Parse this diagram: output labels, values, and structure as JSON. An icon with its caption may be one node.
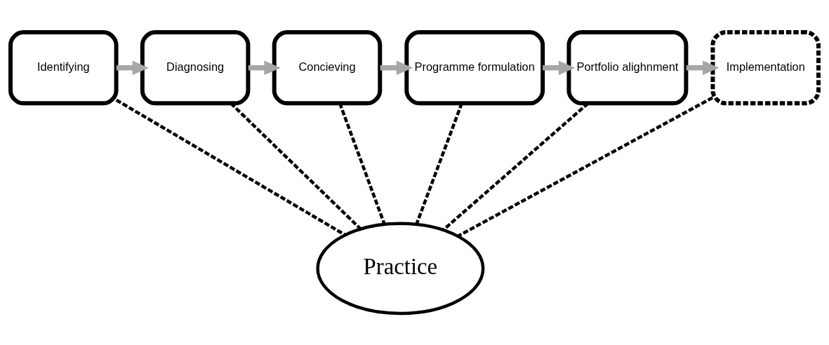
{
  "diagram": {
    "nodes": [
      {
        "text": [
          "Identifying"
        ]
      },
      {
        "text": [
          "Diagnosing"
        ]
      },
      {
        "text": [
          "Concieving"
        ]
      },
      {
        "text": [
          "Programme formulation"
        ]
      },
      {
        "text": [
          "Portfolio alighnment"
        ]
      },
      {
        "text": [
          "Implementation"
        ]
      },
      {
        "text": [
          "Practice"
        ]
      }
    ],
    "edges": [
      {
        "from": 0,
        "to": 1,
        "arrow": "to",
        "color": "#a6a6a6"
      },
      {
        "from": 1,
        "to": 2,
        "arrow": "to",
        "color": "#a6a6a6"
      },
      {
        "from": 2,
        "to": 3,
        "arrow": "to",
        "color": "#a6a6a6"
      },
      {
        "from": 3,
        "to": 4,
        "arrow": "to",
        "color": "#a6a6a6"
      },
      {
        "from": 4,
        "to": 5,
        "arrow": "to",
        "color": "#a6a6a6"
      },
      {
        "from": 0,
        "to": 6,
        "arrow": "none",
        "style": "dashed"
      },
      {
        "from": 1,
        "to": 6,
        "arrow": "none",
        "style": "dashed"
      },
      {
        "from": 2,
        "to": 6,
        "arrow": "none",
        "style": "dashed"
      },
      {
        "from": 3,
        "to": 6,
        "arrow": "none",
        "style": "dashed"
      },
      {
        "from": 4,
        "to": 6,
        "arrow": "none",
        "style": "dashed"
      },
      {
        "from": 5,
        "to": 6,
        "arrow": "none",
        "style": "dashed"
      }
    ]
  }
}
